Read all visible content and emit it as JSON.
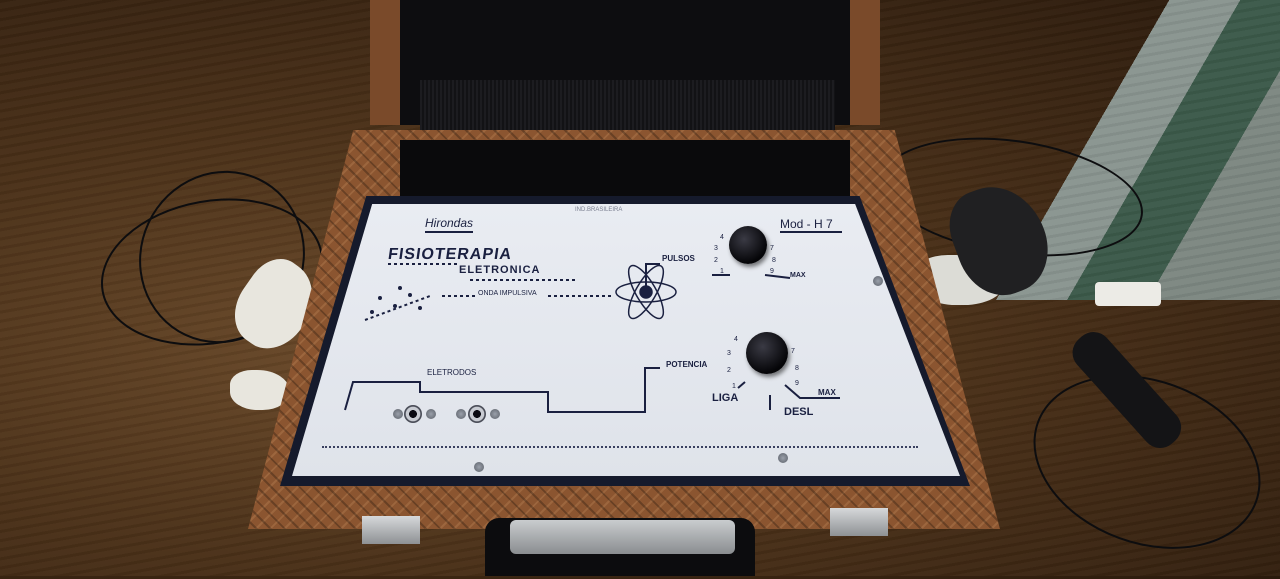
{
  "device": {
    "brand": "Hirondas",
    "model": "Mod - H 7",
    "title_line1": "FISIOTERAPIA",
    "title_line2": "ELETRONICA",
    "onda_label": "ONDA IMPULSIVA",
    "pulsos_label": "PULSOS",
    "potencia_label": "POTENCIA",
    "eletrodos_label": "ELETRODOS",
    "liga_label": "LIGA",
    "desl_label": "DESL",
    "max_label": "MAX",
    "small_mark": "IND.BRASILEIRA"
  },
  "scales": {
    "pulsos": [
      "1",
      "2",
      "3",
      "4",
      "7",
      "8",
      "9"
    ],
    "potencia": [
      "1",
      "2",
      "3",
      "4",
      "7",
      "8",
      "9"
    ]
  },
  "colors": {
    "panel_text": "#1a2040",
    "case_brown": "#8b5530",
    "panel_face": "#e9ecf2"
  }
}
